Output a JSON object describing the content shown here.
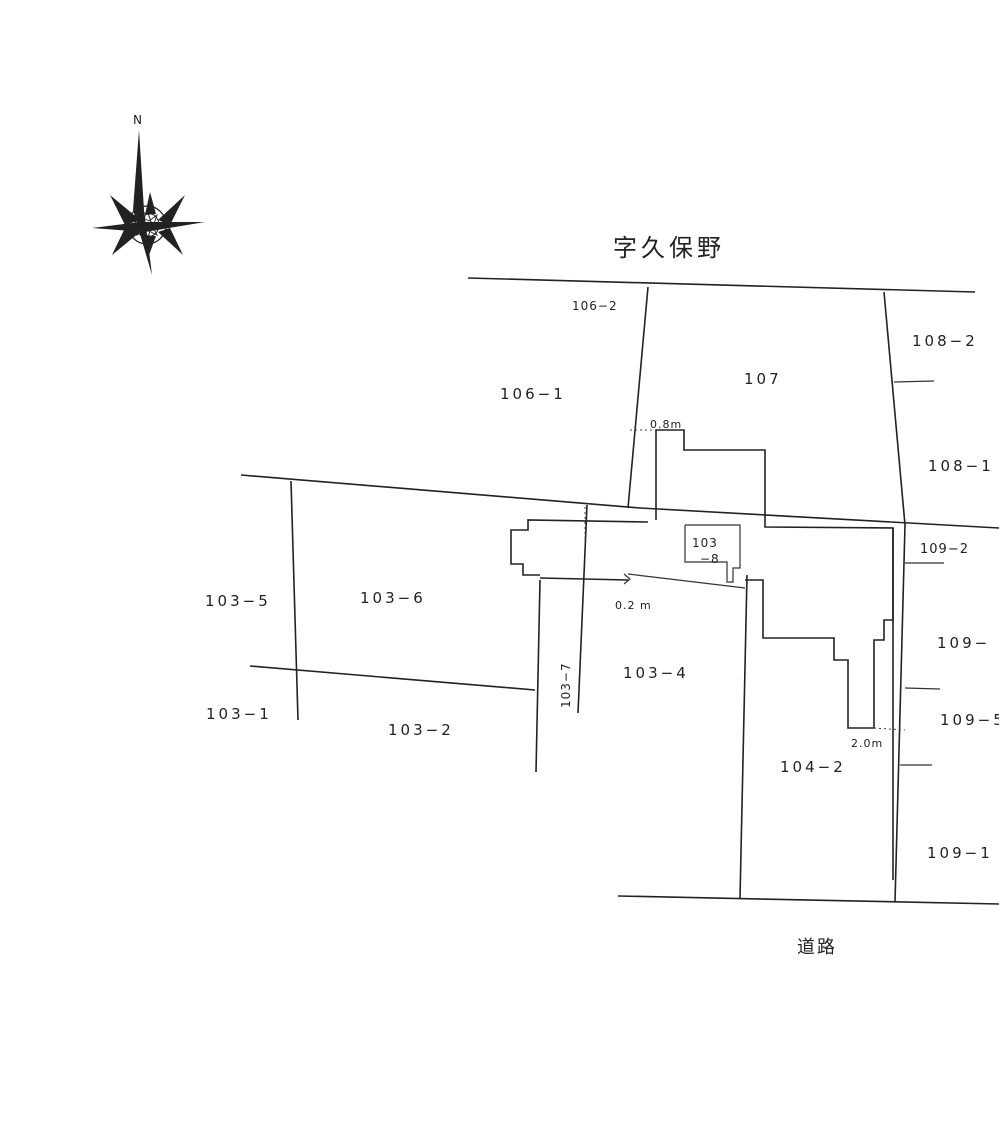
{
  "compass": {
    "north_label": "N"
  },
  "area_name": "字久保野",
  "road_label": "道路",
  "parcels": {
    "p106_2": "106−2",
    "p106_1": "106−1",
    "p107": "107",
    "p108_2": "108−2",
    "p108_1": "108−1",
    "p109_2": "109−2",
    "p109_x": "109−",
    "p109_5": "109−5",
    "p109_1": "109−1",
    "p103_5": "103−5",
    "p103_6": "103−6",
    "p103_8_top": "103",
    "p103_8_bottom": "−8",
    "p103_7": "103−7",
    "p103_4": "103−4",
    "p103_1": "103−1",
    "p103_2": "103−2",
    "p104_2": "104−2"
  },
  "distances": {
    "d08": "0.8m",
    "d02": "0.2 m",
    "d20": "2.0m"
  }
}
